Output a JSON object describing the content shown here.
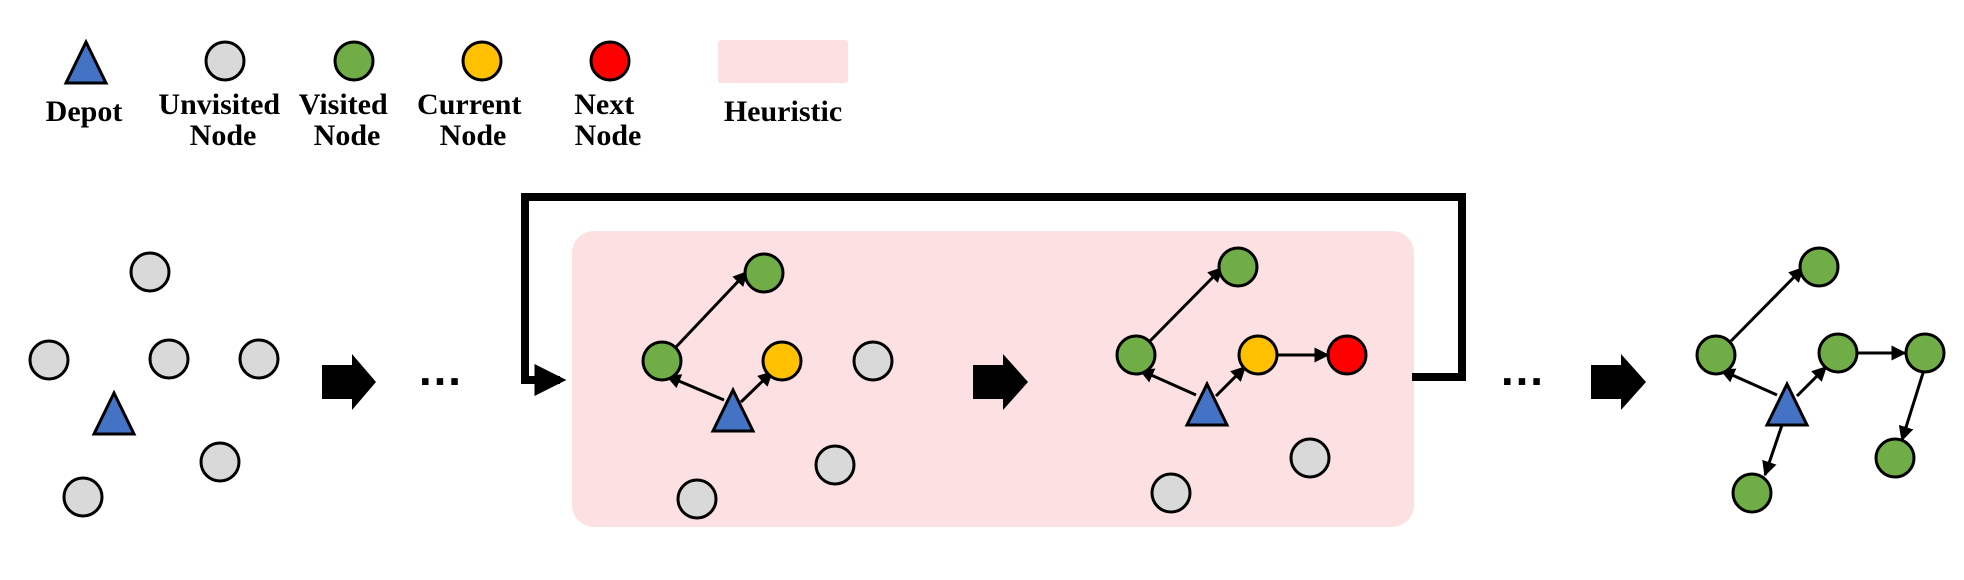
{
  "colors": {
    "depot": "#4472c4",
    "unvisited": "#d9d9d9",
    "visited": "#70ad47",
    "current": "#ffc000",
    "next": "#ff0000",
    "heuristic": "#fde0e2",
    "stroke": "#000000"
  },
  "legend": {
    "depot": [
      "Depot"
    ],
    "unvisited": [
      "Unvisited",
      "Node"
    ],
    "visited": [
      "Visited",
      "Node"
    ],
    "current": [
      "Current",
      "Node"
    ],
    "next": [
      "Next",
      "Node"
    ],
    "heuristic": [
      "Heuristic"
    ]
  },
  "ellipsis": "…"
}
